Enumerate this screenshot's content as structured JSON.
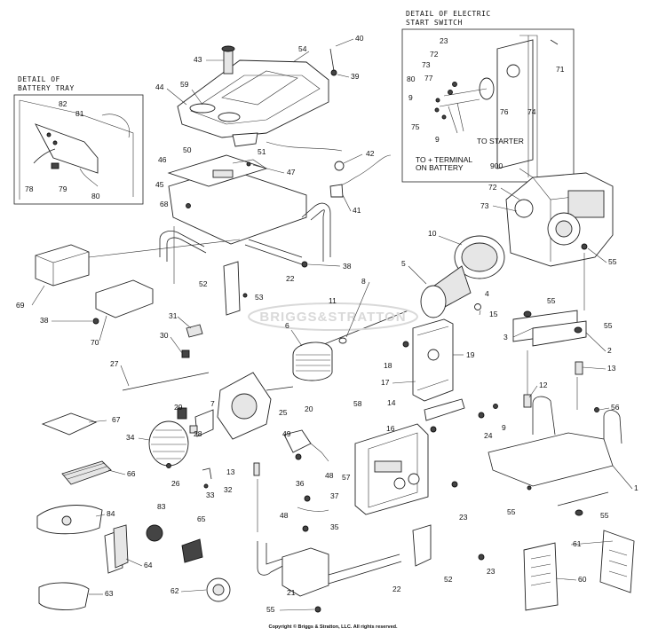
{
  "details": {
    "battery_tray": [
      "DETAIL OF",
      "BATTERY TRAY"
    ],
    "electric_start": [
      "DETAIL OF ELECTRIC",
      "START SWITCH"
    ],
    "to_starter": "TO STARTER",
    "to_battery": [
      "TO + TERMINAL",
      "ON BATTERY"
    ]
  },
  "watermark": "BRIGGS&STRATTON",
  "copyright": "Copyright © Briggs & Stratton, LLC. All rights reserved.",
  "callouts": [
    {
      "id": "c40",
      "label": "40"
    },
    {
      "id": "c54",
      "label": "54"
    },
    {
      "id": "c43",
      "label": "43"
    },
    {
      "id": "c39",
      "label": "39"
    },
    {
      "id": "c44",
      "label": "44"
    },
    {
      "id": "c59",
      "label": "59"
    },
    {
      "id": "c51",
      "label": "51"
    },
    {
      "id": "c42",
      "label": "42"
    },
    {
      "id": "c50",
      "label": "50"
    },
    {
      "id": "c46",
      "label": "46"
    },
    {
      "id": "c47",
      "label": "47"
    },
    {
      "id": "c45",
      "label": "45"
    },
    {
      "id": "c68",
      "label": "68"
    },
    {
      "id": "c41",
      "label": "41"
    },
    {
      "id": "c38a",
      "label": "38"
    },
    {
      "id": "c22a",
      "label": "22"
    },
    {
      "id": "c52a",
      "label": "52"
    },
    {
      "id": "c53",
      "label": "53"
    },
    {
      "id": "c69",
      "label": "69"
    },
    {
      "id": "c38b",
      "label": "38"
    },
    {
      "id": "c70",
      "label": "70"
    },
    {
      "id": "c82",
      "label": "82"
    },
    {
      "id": "c81",
      "label": "81"
    },
    {
      "id": "c78",
      "label": "78"
    },
    {
      "id": "c79",
      "label": "79"
    },
    {
      "id": "c80a",
      "label": "80"
    },
    {
      "id": "c23a",
      "label": "23"
    },
    {
      "id": "c72a",
      "label": "72"
    },
    {
      "id": "c73a",
      "label": "73"
    },
    {
      "id": "c80b",
      "label": "80"
    },
    {
      "id": "c77",
      "label": "77"
    },
    {
      "id": "c9a",
      "label": "9"
    },
    {
      "id": "c75",
      "label": "75"
    },
    {
      "id": "c9b",
      "label": "9"
    },
    {
      "id": "c76",
      "label": "76"
    },
    {
      "id": "c74",
      "label": "74"
    },
    {
      "id": "c71",
      "label": "71"
    },
    {
      "id": "c900",
      "label": "900"
    },
    {
      "id": "c72b",
      "label": "72"
    },
    {
      "id": "c73b",
      "label": "73"
    },
    {
      "id": "c55a",
      "label": "55"
    },
    {
      "id": "c10",
      "label": "10"
    },
    {
      "id": "c5",
      "label": "5"
    },
    {
      "id": "c4",
      "label": "4"
    },
    {
      "id": "c8",
      "label": "8"
    },
    {
      "id": "c11",
      "label": "11"
    },
    {
      "id": "c15",
      "label": "15"
    },
    {
      "id": "c55b",
      "label": "55"
    },
    {
      "id": "c55c",
      "label": "55"
    },
    {
      "id": "c3",
      "label": "3"
    },
    {
      "id": "c2",
      "label": "2"
    },
    {
      "id": "c13a",
      "label": "13"
    },
    {
      "id": "c31",
      "label": "31"
    },
    {
      "id": "c30",
      "label": "30"
    },
    {
      "id": "c6",
      "label": "6"
    },
    {
      "id": "c18",
      "label": "18"
    },
    {
      "id": "c19",
      "label": "19"
    },
    {
      "id": "c17",
      "label": "17"
    },
    {
      "id": "c12",
      "label": "12"
    },
    {
      "id": "c56",
      "label": "56"
    },
    {
      "id": "c27",
      "label": "27"
    },
    {
      "id": "c7",
      "label": "7"
    },
    {
      "id": "c25",
      "label": "25"
    },
    {
      "id": "c20",
      "label": "20"
    },
    {
      "id": "c58",
      "label": "58"
    },
    {
      "id": "c14",
      "label": "14"
    },
    {
      "id": "c9c",
      "label": "9"
    },
    {
      "id": "c24",
      "label": "24"
    },
    {
      "id": "c67",
      "label": "67"
    },
    {
      "id": "c29",
      "label": "29"
    },
    {
      "id": "c28",
      "label": "28"
    },
    {
      "id": "c16",
      "label": "16"
    },
    {
      "id": "c34",
      "label": "34"
    },
    {
      "id": "c49",
      "label": "49"
    },
    {
      "id": "c48a",
      "label": "48"
    },
    {
      "id": "c57",
      "label": "57"
    },
    {
      "id": "c1",
      "label": "1"
    },
    {
      "id": "c66",
      "label": "66"
    },
    {
      "id": "c26",
      "label": "26"
    },
    {
      "id": "c13b",
      "label": "13"
    },
    {
      "id": "c36",
      "label": "36"
    },
    {
      "id": "c33",
      "label": "33"
    },
    {
      "id": "c32",
      "label": "32"
    },
    {
      "id": "c37",
      "label": "37"
    },
    {
      "id": "c23b",
      "label": "23"
    },
    {
      "id": "c55d",
      "label": "55"
    },
    {
      "id": "c55e",
      "label": "55"
    },
    {
      "id": "c84",
      "label": "84"
    },
    {
      "id": "c83",
      "label": "83"
    },
    {
      "id": "c65",
      "label": "65"
    },
    {
      "id": "c48b",
      "label": "48"
    },
    {
      "id": "c35",
      "label": "35"
    },
    {
      "id": "c61",
      "label": "61"
    },
    {
      "id": "c64",
      "label": "64"
    },
    {
      "id": "c52b",
      "label": "52"
    },
    {
      "id": "c23c",
      "label": "23"
    },
    {
      "id": "c60",
      "label": "60"
    },
    {
      "id": "c63",
      "label": "63"
    },
    {
      "id": "c62",
      "label": "62"
    },
    {
      "id": "c21",
      "label": "21"
    },
    {
      "id": "c22b",
      "label": "22"
    },
    {
      "id": "c55f",
      "label": "55"
    }
  ]
}
